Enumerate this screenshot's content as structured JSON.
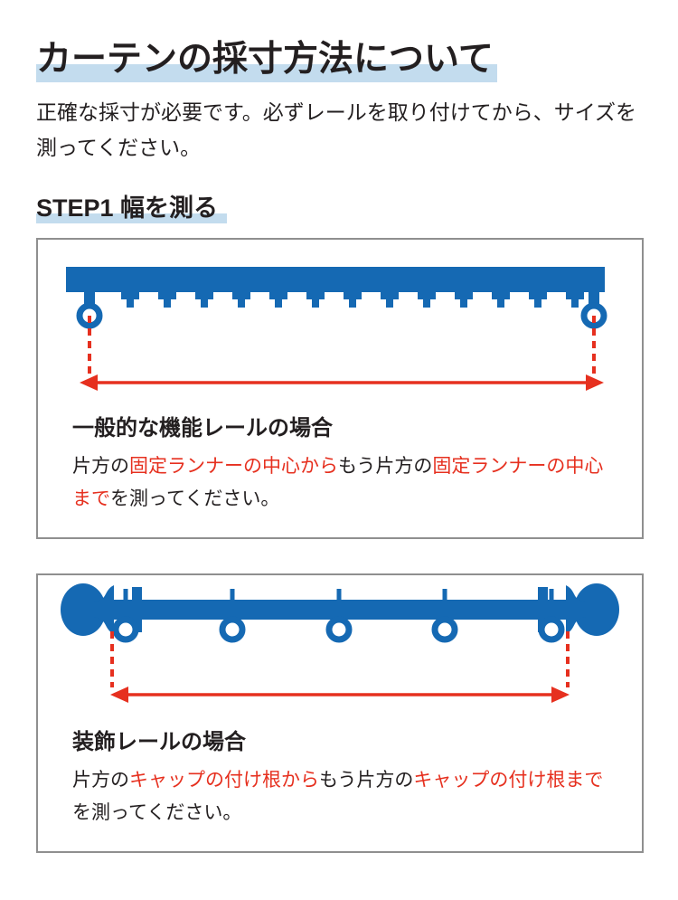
{
  "colors": {
    "blue": "#1569b3",
    "red": "#e6301f",
    "hl": "#c3dcee",
    "ink": "#231f20",
    "border": "#8f8f8f"
  },
  "page": {
    "title": "カーテンの採寸方法について",
    "intro_line1": "正確な採寸が必要です。必ずレールを取り付けてから、サイズを",
    "intro_line2": "測ってください。",
    "step1_label": "STEP1 幅を測る"
  },
  "rail1": {
    "diagram": {
      "type": "functional-rail",
      "elements": [
        "rail-bar",
        "runner-teeth",
        "fixed-runner-ring-left",
        "fixed-runner-ring-right",
        "guide-dashed-line-left",
        "guide-dashed-line-right",
        "measurement-arrow"
      ]
    },
    "caption_title": "一般的な機能レールの場合",
    "caption": {
      "l1s1": "片方の",
      "l1s2": "固定ランナーの中心から",
      "l1s3": "もう片方の",
      "l1s4": "固定ランナーの中心",
      "l2s1": "まで",
      "l2s2": "を測ってください。"
    }
  },
  "rail2": {
    "diagram": {
      "type": "decorative-rail",
      "elements": [
        "rod-bar",
        "end-cap-left",
        "end-cap-right",
        "bracket-left",
        "bracket-right",
        "curtain-rings",
        "guide-dashed-line-left",
        "guide-dashed-line-right",
        "measurement-arrow"
      ]
    },
    "caption_title": "装飾レールの場合",
    "caption": {
      "l1s1": "片方の",
      "l1s2": "キャップの付け根から",
      "l1s3": "もう片方の",
      "l1s4": "キャップの付け根まで",
      "l2s1": "を測ってください。"
    }
  }
}
